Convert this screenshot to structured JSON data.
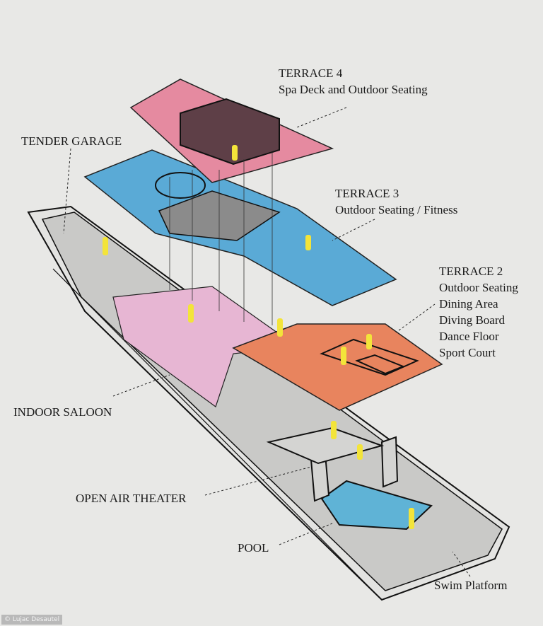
{
  "labels": {
    "terrace4": {
      "title": "TERRACE 4",
      "sub": "Spa Deck and Outdoor Seating"
    },
    "tender_garage": "TENDER GARAGE",
    "terrace3": {
      "title": "TERRACE 3",
      "sub": "Outdoor Seating / Fitness"
    },
    "terrace2": {
      "title": "TERRACE 2",
      "items": [
        "Outdoor Seating",
        "Dining Area",
        "Diving Board",
        "Dance Floor",
        "Sport Court"
      ]
    },
    "indoor_saloon": "INDOOR SALOON",
    "open_air_theater": "OPEN AIR THEATER",
    "pool": "POOL",
    "swim_platform": "Swim Platform"
  },
  "credit": "© Lujac Desautel",
  "colors": {
    "terrace4": "#e58aa0",
    "terrace3": "#5aaad6",
    "terrace2": "#e8845e",
    "saloon": "#e7b6d3",
    "pool": "#5fb3d6",
    "deck": "#c9c9c7",
    "figure": "#f3e43a"
  }
}
